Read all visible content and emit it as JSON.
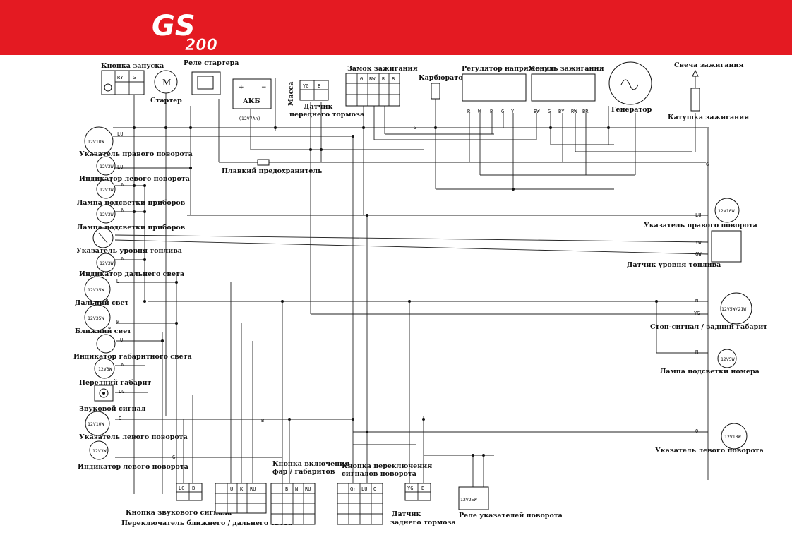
{
  "brand": {
    "logo_text": "GS",
    "logo_number": "200",
    "bar_color": "#e41a22"
  },
  "labels": {
    "start_button": "Кнопка запуска",
    "starter_relay": "Реле стартера",
    "starter": "Стартер",
    "battery": "АКБ",
    "battery_rating": "(12V7Ah)",
    "ground": "Масса",
    "front_brake_sensor": "Датчик переднего тормоза",
    "ignition_lock": "Замок зажигания",
    "carburetor": "Карбюратор",
    "voltage_regulator": "Регулятор напряжения",
    "ignition_module": "Модуль зажигания",
    "spark_plug": "Свеча зажигания",
    "generator": "Генератор",
    "ignition_coil": "Катушка зажигания",
    "fuse": "Плавкий предохранитель",
    "right_turn_front": "Указатель правого поворота",
    "left_turn_indicator_1": "Индикатор левого поворота",
    "panel_lamp_1": "Лампа подсветки приборов",
    "panel_lamp_2": "Лампа подсветки приборов",
    "fuel_gauge": "Указатель уровня топлива",
    "high_beam_indicator": "Индикатор дальнего света",
    "high_beam": "Дальний свет",
    "low_beam": "Ближний свет",
    "position_indicator": "Индикатор габаритного света",
    "front_position": "Передний габарит",
    "horn": "Звуковой сигнал",
    "left_turn_front": "Указатель левого поворота",
    "left_turn_indicator_2": "Индикатор левого поворота",
    "right_turn_rear": "Указатель правого поворота",
    "fuel_sensor": "Датчик уровня топлива",
    "stop_tail": "Стоп-сигнал / задний габарит",
    "plate_lamp": "Лампа подсветки номера",
    "left_turn_rear": "Указатель левого поворота",
    "horn_button": "Кнопка звукового сигнала",
    "beam_switch": "Переключатель ближнего / дальнего света",
    "lights_button_1": "Кнопка включения",
    "lights_button_2": "фар / габаритов",
    "turn_switch_1": "Кнопка переключения",
    "turn_switch_2": "сигналов поворота",
    "rear_brake_sensor_1": "Датчик",
    "rear_brake_sensor_2": "заднего тормоза",
    "turn_relay": "Реле указателей поворота",
    "front_brake_1": "Датчик",
    "front_brake_2": "переднего тормоза"
  },
  "ratings": {
    "turn_front_right": "12V10W",
    "left_ind_1": "12V3W",
    "panel_1": "12V3W",
    "panel_2": "12V3W",
    "high_ind": "12V3W",
    "high_beam": "12V35W",
    "low_beam": "12V35W",
    "front_pos": "12V3W",
    "turn_front_left": "12V10W",
    "left_ind_2": "12V3W",
    "turn_rear_right": "12V10W",
    "stop_tail": "12V5W/21W",
    "plate": "12V5W",
    "turn_rear_left": "12V10W",
    "turn_relay": "12V25W"
  },
  "wires": {
    "lu1": "LU",
    "lu2": "LU",
    "n1": "N",
    "n2": "N",
    "n3": "N",
    "u1": "U",
    "k1": "K",
    "u2": "U",
    "n4": "N",
    "lg1": "LG",
    "o1": "O",
    "g1": "G",
    "b_mid": "B",
    "g_top": "G",
    "g_right": "G",
    "lu_r": "LU",
    "yw": "YW",
    "gw": "GW",
    "n_r1": "N",
    "yg_r": "YG",
    "n_r2": "N",
    "o_r": "O"
  },
  "connectors": {
    "start": [
      "RY",
      "G"
    ],
    "front_brake": [
      "YG",
      "B"
    ],
    "lock": [
      "G",
      "BW",
      "R",
      "B"
    ],
    "regulator": [
      "R",
      "W",
      "B",
      "G",
      "Y"
    ],
    "module": [
      "BW",
      "G",
      "BY",
      "RW",
      "BR"
    ],
    "horn_btn": [
      "LG",
      "B"
    ],
    "beam_sw": [
      "U",
      "K",
      "RU"
    ],
    "lights_btn": [
      "B",
      "N",
      "RU"
    ],
    "turn_sw": [
      "Gr",
      "LU",
      "O"
    ],
    "rear_brake": [
      "YG",
      "B"
    ]
  }
}
